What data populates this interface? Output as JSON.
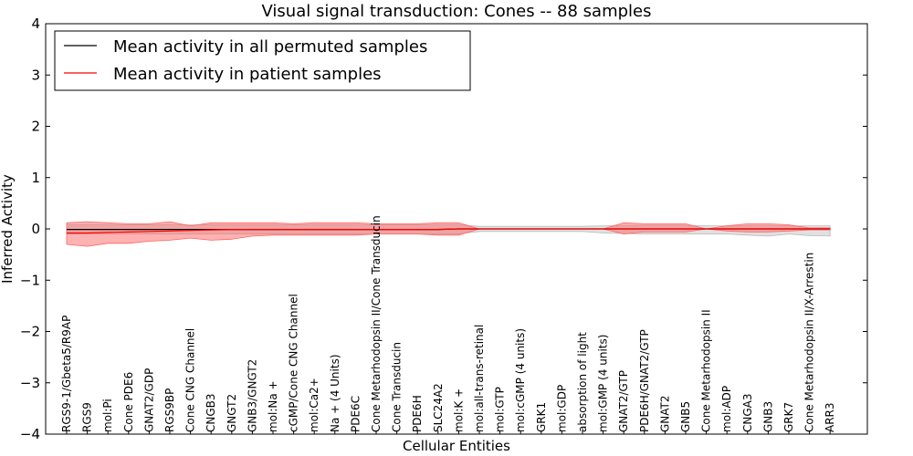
{
  "chart_data": {
    "type": "line",
    "title": "Visual signal transduction: Cones -- 88 samples",
    "xlabel": "Cellular Entities",
    "ylabel": "Inferred Activity",
    "ylim": [
      -4,
      4
    ],
    "yticks": [
      -4,
      -3,
      -2,
      -1,
      0,
      1,
      2,
      3,
      4
    ],
    "ytick_labels": [
      "−4",
      "−3",
      "−2",
      "−1",
      "0",
      "1",
      "2",
      "3",
      "4"
    ],
    "grid": false,
    "legend_position": "top-left",
    "categories": [
      "RGS9-1/Gbeta5/R9AP",
      "RGS9",
      "mol:Pi",
      "Cone PDE6",
      "GNAT2/GDP",
      "RGS9BP",
      "Cone CNG Channel",
      "CNGB3",
      "GNGT2",
      "GNB3/GNGT2",
      "mol:Na +",
      "cGMP/Cone CNG Channel",
      "mol:Ca2+",
      "Na + (4 Units)",
      "PDE6C",
      "Cone Metarhodopsin II/Cone Transducin",
      "Cone Transducin",
      "PDE6H",
      "SLC24A2",
      "mol:K +",
      "mol:all-trans-retinal",
      "mol:GTP",
      "mol:cGMP (4 units)",
      "GRK1",
      "mol:GDP",
      "absorption of light",
      "mol:GMP (4 units)",
      "GNAT2/GTP",
      "PDE6H/GNAT2/GTP",
      "GNAT2",
      "GNB5",
      "Cone Metarhodopsin II",
      "mol:ADP",
      "CNGA3",
      "GNB3",
      "GRK7",
      "Cone Metarhodopsin II/X-Arrestin",
      "ARR3"
    ],
    "series": [
      {
        "name": "Mean activity in all permuted samples",
        "color": "#000000",
        "band_color": "#bbbbbb",
        "values": [
          -0.01,
          -0.01,
          -0.01,
          -0.01,
          -0.01,
          -0.01,
          -0.01,
          -0.01,
          -0.01,
          -0.01,
          -0.01,
          -0.01,
          -0.01,
          -0.01,
          -0.01,
          -0.01,
          -0.01,
          -0.01,
          -0.01,
          0.0,
          0.0,
          0.0,
          0.0,
          0.0,
          0.0,
          0.0,
          0.0,
          0.0,
          0.0,
          0.0,
          0.0,
          0.0,
          0.0,
          0.0,
          0.0,
          0.0,
          0.0,
          0.0
        ],
        "upper": [
          0.08,
          0.08,
          0.08,
          0.08,
          0.08,
          0.08,
          0.08,
          0.08,
          0.08,
          0.08,
          0.08,
          0.08,
          0.08,
          0.08,
          0.08,
          0.08,
          0.08,
          0.08,
          0.08,
          0.08,
          0.05,
          0.05,
          0.05,
          0.05,
          0.05,
          0.05,
          0.06,
          0.07,
          0.07,
          0.07,
          0.07,
          0.06,
          0.06,
          0.06,
          0.06,
          0.06,
          0.06,
          0.06
        ],
        "lower": [
          -0.1,
          -0.1,
          -0.1,
          -0.1,
          -0.1,
          -0.1,
          -0.1,
          -0.1,
          -0.1,
          -0.1,
          -0.1,
          -0.1,
          -0.1,
          -0.1,
          -0.1,
          -0.1,
          -0.1,
          -0.1,
          -0.1,
          -0.1,
          -0.05,
          -0.05,
          -0.05,
          -0.05,
          -0.05,
          -0.05,
          -0.08,
          -0.09,
          -0.1,
          -0.1,
          -0.1,
          -0.1,
          -0.1,
          -0.12,
          -0.14,
          -0.1,
          -0.13,
          -0.14
        ]
      },
      {
        "name": "Mean activity in patient samples",
        "color": "#ff0000",
        "band_color": "#ff6666",
        "values": [
          -0.08,
          -0.08,
          -0.07,
          -0.06,
          -0.05,
          -0.04,
          -0.03,
          -0.02,
          -0.01,
          -0.01,
          -0.01,
          -0.01,
          -0.01,
          -0.01,
          -0.01,
          -0.01,
          -0.01,
          -0.01,
          -0.01,
          0.0,
          0.0,
          0.0,
          0.0,
          0.0,
          0.0,
          0.0,
          0.0,
          0.0,
          0.0,
          0.0,
          0.0,
          0.0,
          0.0,
          0.0,
          0.0,
          0.0,
          0.0,
          0.0
        ],
        "upper": [
          0.12,
          0.14,
          0.12,
          0.1,
          0.1,
          0.14,
          0.06,
          0.12,
          0.12,
          0.12,
          0.12,
          0.1,
          0.12,
          0.12,
          0.12,
          0.1,
          0.1,
          0.1,
          0.12,
          0.12,
          0.0,
          0.0,
          0.0,
          0.0,
          0.0,
          0.0,
          0.0,
          0.12,
          0.1,
          0.1,
          0.1,
          0.0,
          0.06,
          0.1,
          0.1,
          0.08,
          0.02,
          0.02
        ],
        "lower": [
          -0.3,
          -0.34,
          -0.28,
          -0.28,
          -0.24,
          -0.22,
          -0.18,
          -0.22,
          -0.2,
          -0.14,
          -0.12,
          -0.12,
          -0.12,
          -0.12,
          -0.12,
          -0.1,
          -0.1,
          -0.1,
          -0.12,
          -0.12,
          0.0,
          0.0,
          0.0,
          0.0,
          0.0,
          0.0,
          0.0,
          -0.1,
          -0.06,
          -0.06,
          -0.06,
          0.0,
          -0.04,
          -0.06,
          -0.06,
          -0.04,
          -0.02,
          -0.02
        ]
      }
    ]
  }
}
